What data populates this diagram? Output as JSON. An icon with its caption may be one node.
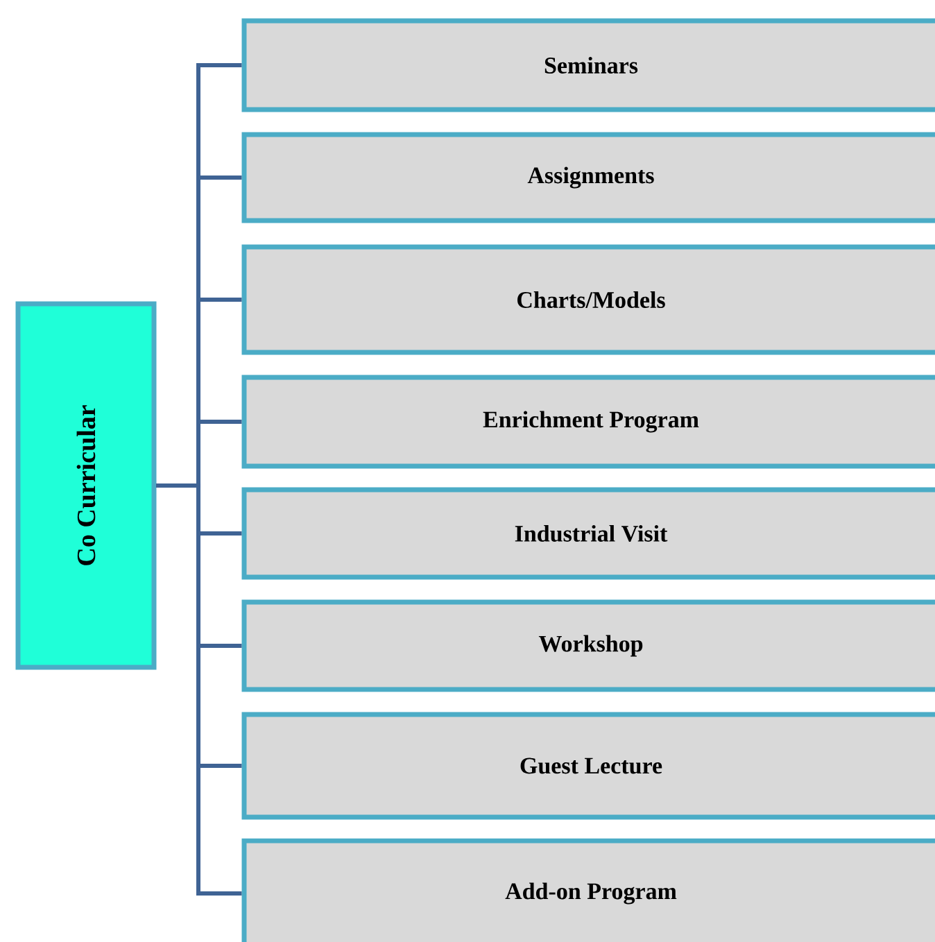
{
  "diagram": {
    "nodes": [
      {
        "text": [
          "Co Curricular"
        ]
      },
      {
        "text": [
          "Seminars"
        ]
      },
      {
        "text": [
          "Assignments"
        ]
      },
      {
        "text": [
          "Charts/Models"
        ]
      },
      {
        "text": [
          "Enrichment Program"
        ]
      },
      {
        "text": [
          "Industrial Visit"
        ]
      },
      {
        "text": [
          "Workshop"
        ]
      },
      {
        "text": [
          "Guest Lecture"
        ]
      },
      {
        "text": [
          "Add-on Program"
        ]
      }
    ],
    "edges": [
      {
        "from": 0,
        "to": 1,
        "arrow": "none"
      },
      {
        "from": 0,
        "to": 2,
        "arrow": "none"
      },
      {
        "from": 0,
        "to": 3,
        "arrow": "none"
      },
      {
        "from": 0,
        "to": 4,
        "arrow": "none"
      },
      {
        "from": 0,
        "to": 5,
        "arrow": "none"
      },
      {
        "from": 0,
        "to": 6,
        "arrow": "none"
      },
      {
        "from": 0,
        "to": 7,
        "arrow": "none"
      },
      {
        "from": 0,
        "to": 8,
        "arrow": "none"
      }
    ]
  }
}
